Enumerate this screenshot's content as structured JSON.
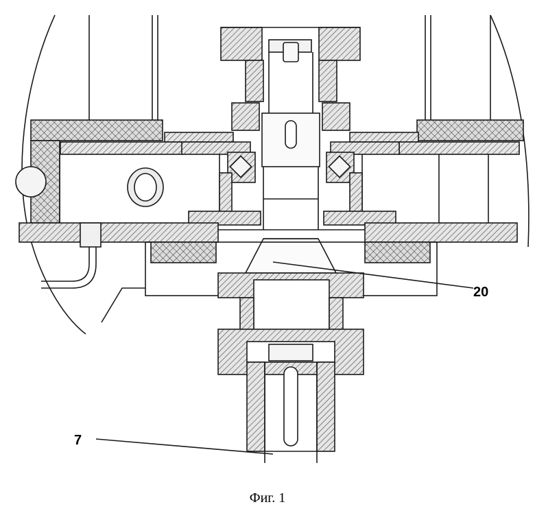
{
  "figure": {
    "caption": "Фиг. 1",
    "labels": {
      "part_20": "20",
      "part_7": "7"
    },
    "colors": {
      "line": "#1a1a1a",
      "hatch": "#333333",
      "background": "#ffffff"
    }
  }
}
